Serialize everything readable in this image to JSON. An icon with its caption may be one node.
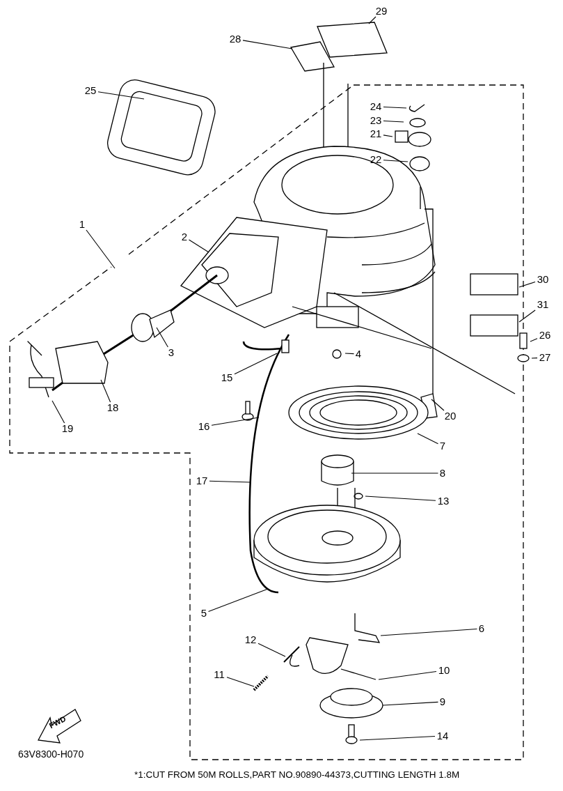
{
  "diagram": {
    "nodes": [
      {
        "text": [
          "1"
        ]
      },
      {
        "text": [
          "2"
        ]
      },
      {
        "text": [
          "3"
        ]
      },
      {
        "text": [
          "4"
        ]
      },
      {
        "text": [
          "5"
        ]
      },
      {
        "text": [
          "6"
        ]
      },
      {
        "text": [
          "7"
        ]
      },
      {
        "text": [
          "8"
        ]
      },
      {
        "text": [
          "9"
        ]
      },
      {
        "text": [
          "10"
        ]
      },
      {
        "text": [
          "11"
        ]
      },
      {
        "text": [
          "12"
        ]
      },
      {
        "text": [
          "13"
        ]
      },
      {
        "text": [
          "14"
        ]
      },
      {
        "text": [
          "15"
        ]
      },
      {
        "text": [
          "16"
        ]
      },
      {
        "text": [
          "17"
        ]
      },
      {
        "text": [
          "18"
        ]
      },
      {
        "text": [
          "19"
        ]
      },
      {
        "text": [
          "20"
        ]
      },
      {
        "text": [
          "21"
        ]
      },
      {
        "text": [
          "22"
        ]
      },
      {
        "text": [
          "23"
        ]
      },
      {
        "text": [
          "24"
        ]
      },
      {
        "text": [
          "25"
        ]
      },
      {
        "text": [
          "26"
        ]
      },
      {
        "text": [
          "27"
        ]
      },
      {
        "text": [
          "28"
        ]
      },
      {
        "text": [
          "29"
        ]
      },
      {
        "text": [
          "30"
        ]
      },
      {
        "text": [
          "31"
        ]
      }
    ],
    "edges": [
      {
        "from": 0,
        "to": null,
        "arrow": "none"
      },
      {
        "from": 1,
        "to": null,
        "arrow": "none"
      },
      {
        "from": 2,
        "to": null,
        "arrow": "none"
      },
      {
        "from": 3,
        "to": null,
        "arrow": "none"
      },
      {
        "from": 4,
        "to": null,
        "arrow": "none"
      },
      {
        "from": 5,
        "to": null,
        "arrow": "none"
      },
      {
        "from": 6,
        "to": null,
        "arrow": "none"
      },
      {
        "from": 7,
        "to": null,
        "arrow": "none"
      },
      {
        "from": 8,
        "to": null,
        "arrow": "none"
      },
      {
        "from": 9,
        "to": null,
        "arrow": "none"
      },
      {
        "from": 10,
        "to": null,
        "arrow": "none"
      },
      {
        "from": 11,
        "to": null,
        "arrow": "none"
      },
      {
        "from": 12,
        "to": null,
        "arrow": "none"
      },
      {
        "from": 13,
        "to": null,
        "arrow": "none"
      },
      {
        "from": 14,
        "to": null,
        "arrow": "none"
      },
      {
        "from": 15,
        "to": null,
        "arrow": "none"
      },
      {
        "from": 16,
        "to": null,
        "arrow": "none"
      },
      {
        "from": 17,
        "to": null,
        "arrow": "none"
      },
      {
        "from": 18,
        "to": null,
        "arrow": "none"
      },
      {
        "from": 19,
        "to": null,
        "arrow": "none"
      },
      {
        "from": 20,
        "to": null,
        "arrow": "none"
      },
      {
        "from": 21,
        "to": null,
        "arrow": "none"
      },
      {
        "from": 22,
        "to": null,
        "arrow": "none"
      },
      {
        "from": 23,
        "to": null,
        "arrow": "none"
      },
      {
        "from": 24,
        "to": null,
        "arrow": "none"
      },
      {
        "from": 25,
        "to": null,
        "arrow": "none"
      },
      {
        "from": 26,
        "to": null,
        "arrow": "none"
      },
      {
        "from": 27,
        "to": null,
        "arrow": "none"
      },
      {
        "from": 28,
        "to": null,
        "arrow": "none"
      },
      {
        "from": 29,
        "to": null,
        "arrow": "none"
      },
      {
        "from": 30,
        "to": null,
        "arrow": "none"
      }
    ],
    "labels": [
      "FWD",
      "63V8300-H070",
      "*1:CUT FROM 50M ROLLS,PART NO.90890-44373,CUTTING LENGTH 1.8M"
    ]
  }
}
